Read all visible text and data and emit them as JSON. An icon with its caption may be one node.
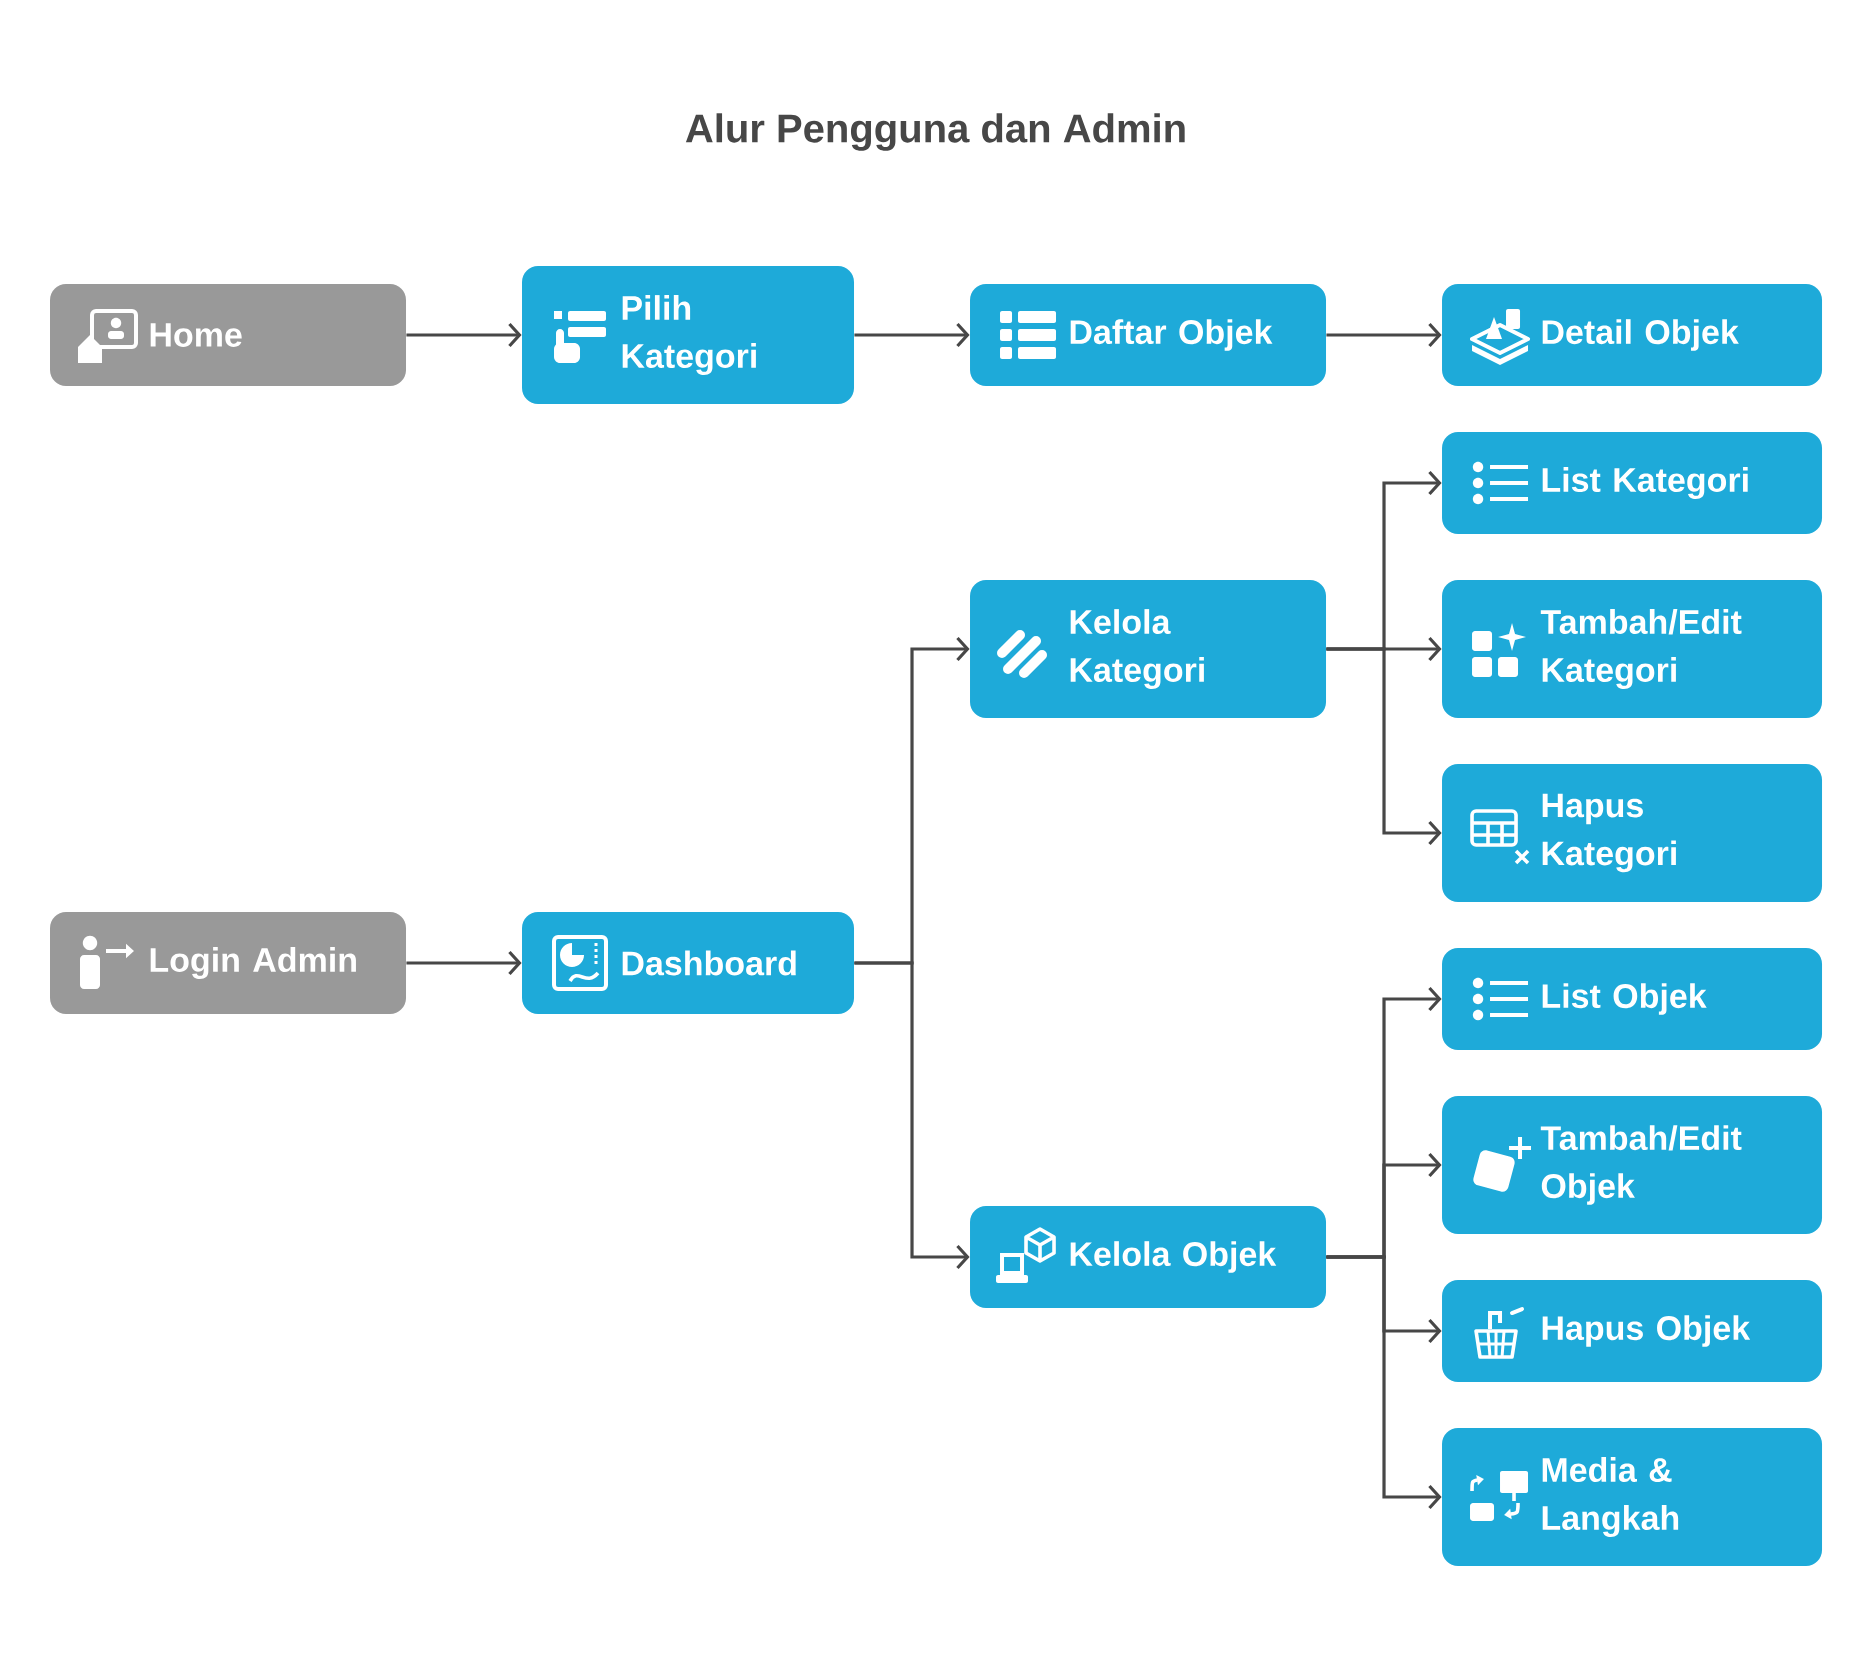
{
  "diagram": {
    "title": "Alur Pengguna dan Admin",
    "nodes": [
      {
        "text": [
          "Home"
        ]
      },
      {
        "text": [
          "Pilih Kategori"
        ]
      },
      {
        "text": [
          "Daftar Objek"
        ]
      },
      {
        "text": [
          "Detail Objek"
        ]
      },
      {
        "text": [
          "List Kategori"
        ]
      },
      {
        "text": [
          "Kelola Kategori"
        ]
      },
      {
        "text": [
          "Tambah/Edit Kategori"
        ]
      },
      {
        "text": [
          "Hapus Kategori"
        ]
      },
      {
        "text": [
          "Login Admin"
        ]
      },
      {
        "text": [
          "Dashboard"
        ]
      },
      {
        "text": [
          "List Objek"
        ]
      },
      {
        "text": [
          "Kelola Objek"
        ]
      },
      {
        "text": [
          "Tambah/Edit Objek"
        ]
      },
      {
        "text": [
          "Hapus Objek"
        ]
      },
      {
        "text": [
          "Media & Langkah"
        ]
      }
    ],
    "edges": [
      {
        "from": 0,
        "to": 1,
        "arrow": "to"
      },
      {
        "from": 1,
        "to": 2,
        "arrow": "to"
      },
      {
        "from": 2,
        "to": 3,
        "arrow": "to"
      },
      {
        "from": 8,
        "to": 9,
        "arrow": "to"
      },
      {
        "from": 9,
        "to": 5,
        "arrow": "to"
      },
      {
        "from": 9,
        "to": 11,
        "arrow": "to"
      },
      {
        "from": 5,
        "to": 4,
        "arrow": "to"
      },
      {
        "from": 5,
        "to": 6,
        "arrow": "to"
      },
      {
        "from": 5,
        "to": 7,
        "arrow": "to"
      },
      {
        "from": 11,
        "to": 10,
        "arrow": "to"
      },
      {
        "from": 11,
        "to": 12,
        "arrow": "to"
      },
      {
        "from": 11,
        "to": 13,
        "arrow": "to"
      },
      {
        "from": 11,
        "to": 14,
        "arrow": "to"
      }
    ]
  }
}
